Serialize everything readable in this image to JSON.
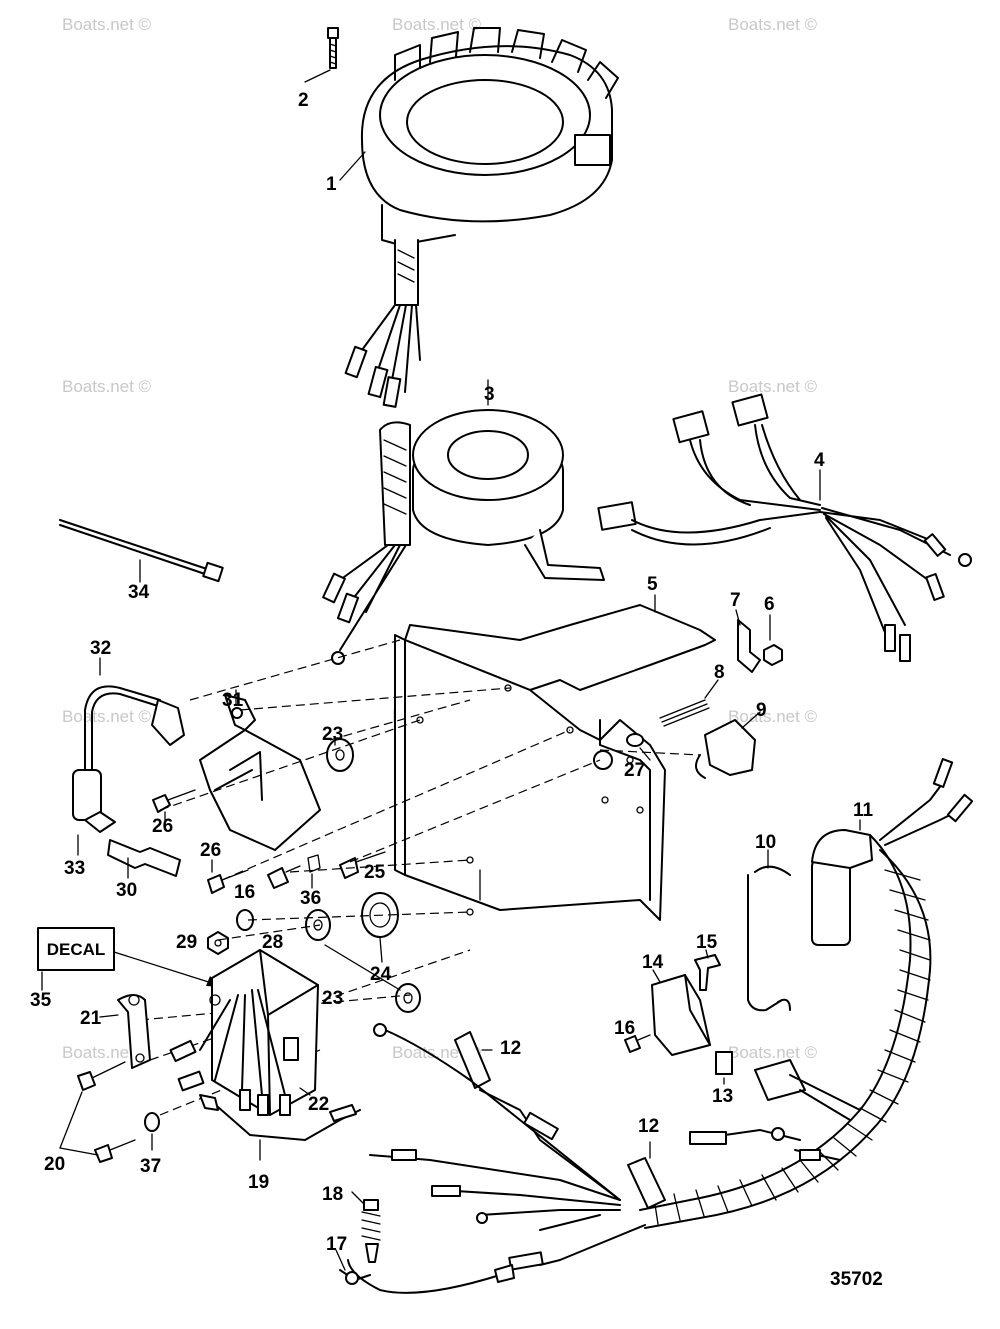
{
  "diagram": {
    "figure_number": "35702",
    "decal_label": "DECAL",
    "watermark_text": "Boats.net ©",
    "callouts": [
      "1",
      "2",
      "3",
      "4",
      "5",
      "6",
      "7",
      "8",
      "9",
      "10",
      "11",
      "12",
      "13",
      "14",
      "15",
      "16",
      "17",
      "18",
      "19",
      "20",
      "21",
      "22",
      "23",
      "24",
      "25",
      "26",
      "27",
      "28",
      "29",
      "30",
      "31",
      "32",
      "33",
      "34",
      "35",
      "36",
      "37"
    ],
    "callout_labels": {
      "c1": "1",
      "c2": "2",
      "c3": "3",
      "c4": "4",
      "c5": "5",
      "c6": "6",
      "c7": "7",
      "c8": "8",
      "c9": "9",
      "c10": "10",
      "c11": "11",
      "c12a": "12",
      "c12b": "12",
      "c13": "13",
      "c14": "14",
      "c15": "15",
      "c16a": "16",
      "c16b": "16",
      "c17": "17",
      "c18": "18",
      "c19": "19",
      "c20": "20",
      "c21": "21",
      "c22": "22",
      "c23a": "23",
      "c23b": "23",
      "c24": "24",
      "c25": "25",
      "c26a": "26",
      "c26b": "26",
      "c27": "27",
      "c28": "28",
      "c29": "29",
      "c30": "30",
      "c31": "31",
      "c32": "32",
      "c33": "33",
      "c34": "34",
      "c35": "35",
      "c36": "36",
      "c37": "37"
    },
    "colors": {
      "line": "#000000",
      "background": "#ffffff",
      "watermark": "#c8c8c8"
    }
  }
}
